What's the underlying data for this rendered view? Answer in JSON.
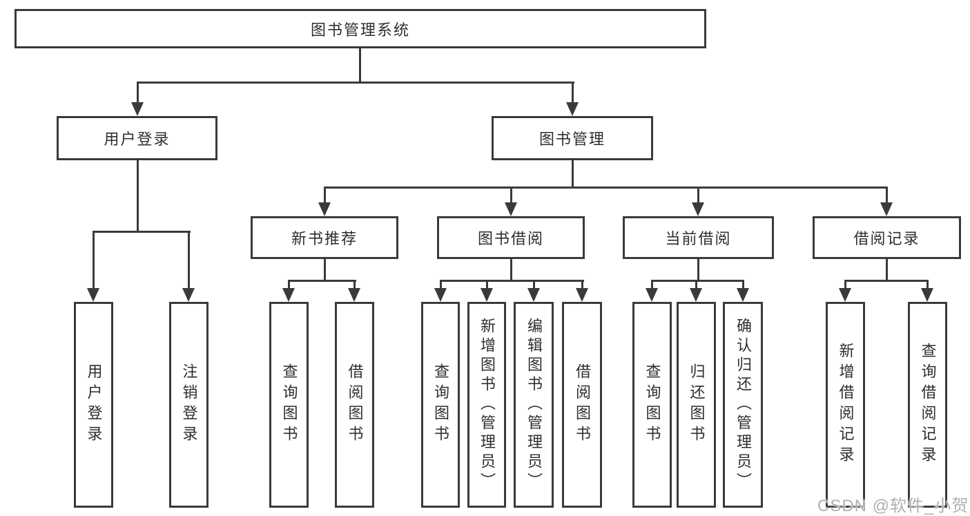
{
  "colors": {
    "line": "#3a3a3a",
    "text": "#2e2e2e",
    "background": "#ffffff",
    "watermark_text": "#b0b0b0"
  },
  "tree": {
    "root": {
      "label": "图书管理系统"
    },
    "level2": [
      {
        "label": "用户登录",
        "children": [
          "用户登录",
          "注销登录"
        ]
      },
      {
        "label": "图书管理",
        "children": [
          {
            "label": "新书推荐",
            "children": [
              "查询图书",
              "借阅图书"
            ]
          },
          {
            "label": "图书借阅",
            "children": [
              "查询图书",
              "新增图书（管理员）",
              "编辑图书（管理员）",
              "借阅图书"
            ]
          },
          {
            "label": "当前借阅",
            "children": [
              "查询图书",
              "归还图书",
              "确认归还（管理员）"
            ]
          },
          {
            "label": "借阅记录",
            "children": [
              "新增借阅记录",
              "查询借阅记录"
            ]
          }
        ]
      }
    ]
  },
  "watermark": {
    "text": "CSDN @软件_小贺同学"
  }
}
